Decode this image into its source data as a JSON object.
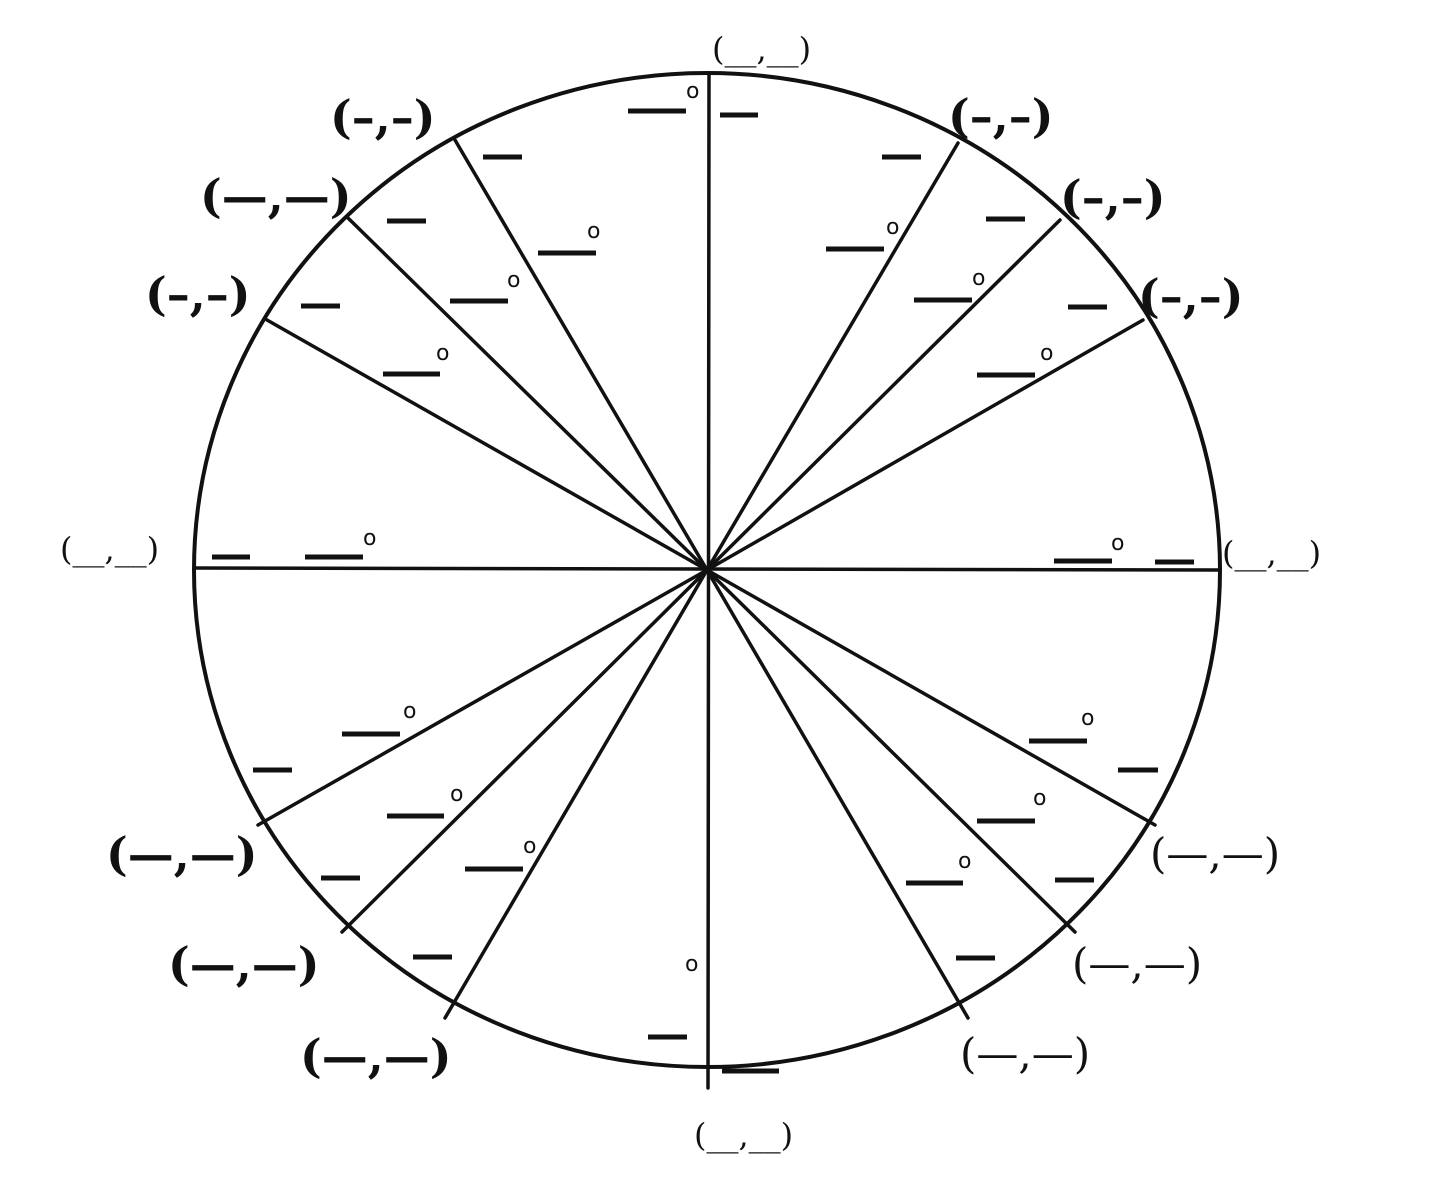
{
  "diagram": {
    "angle_blanks": {
      "blank": "___",
      "degree_mark": "o"
    },
    "coordinates": [
      {
        "angle": 90,
        "text": "(__,__)"
      },
      {
        "angle": 60,
        "text": "(–,–)"
      },
      {
        "angle": 45,
        "text": "(–,–)"
      },
      {
        "angle": 30,
        "text": "(–,–)"
      },
      {
        "angle": 0,
        "text": "(__,__)"
      },
      {
        "angle": 120,
        "text": "(–,–)"
      },
      {
        "angle": 135,
        "text": "(—,—)"
      },
      {
        "angle": 150,
        "text": "(–,–)"
      },
      {
        "angle": 180,
        "text": "(__,__)"
      },
      {
        "angle": 210,
        "text": "(—,—)"
      },
      {
        "angle": 225,
        "text": "(—,—)"
      },
      {
        "angle": 240,
        "text": "(—,—)"
      },
      {
        "angle": 270,
        "text": "(__,__)"
      },
      {
        "angle": 300,
        "text": "(—,—)"
      },
      {
        "angle": 315,
        "text": "(—,—)"
      },
      {
        "angle": 330,
        "text": "(—,—)"
      }
    ]
  }
}
